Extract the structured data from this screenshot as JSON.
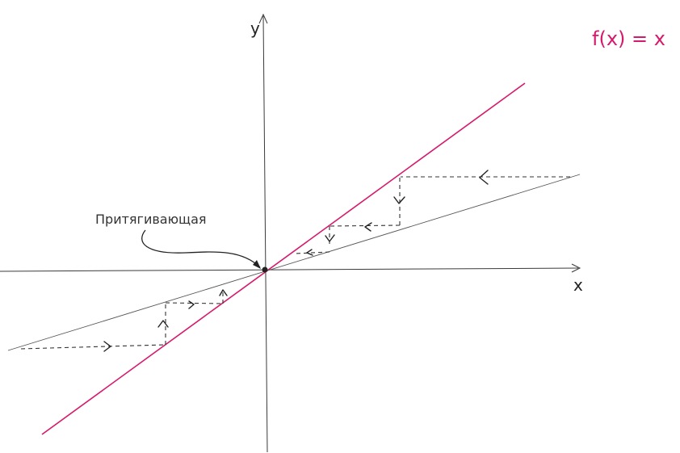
{
  "formula_label": "f(x) = x",
  "x_axis_label": "x",
  "y_axis_label": "y",
  "attractor_label": "Притягивающая",
  "colors": {
    "identity_line": "#d6196c",
    "function_line": "#555555",
    "axes": "#3a3a3a",
    "web_lines": "#333333"
  }
}
